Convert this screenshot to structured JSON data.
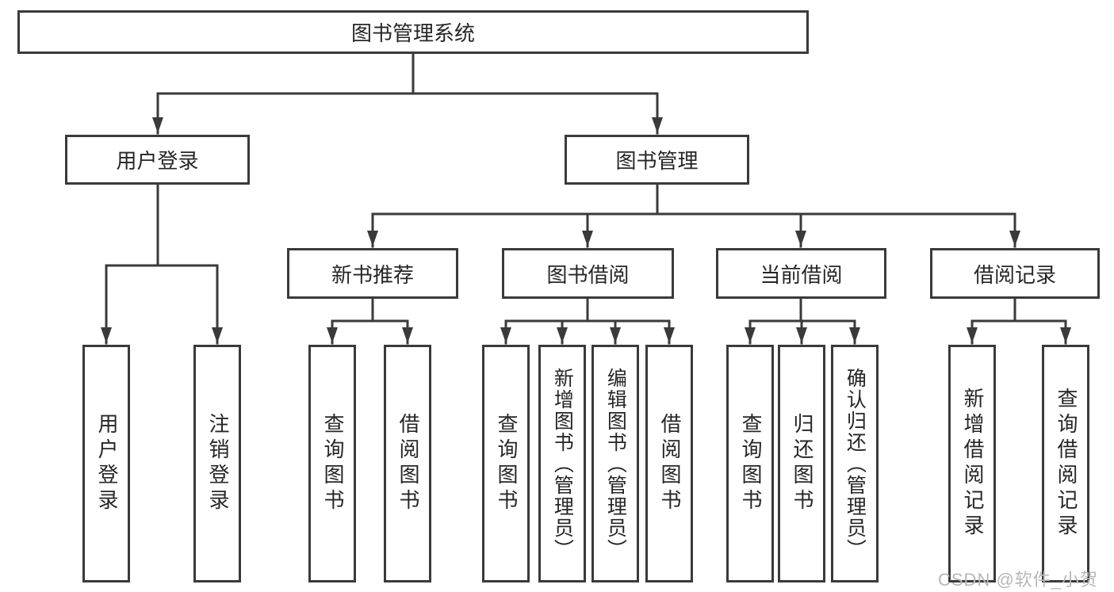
{
  "nodes": {
    "root": "图书管理系统",
    "level2": [
      "用户登录",
      "图书管理"
    ],
    "level3": [
      "新书推荐",
      "图书借阅",
      "当前借阅",
      "借阅记录"
    ],
    "level4": {
      "user_login": [
        "用户登录",
        "注销登录"
      ],
      "new_book_recommend": [
        "查询图书",
        "借阅图书"
      ],
      "book_borrowing": [
        "查询图书",
        "新增图书（管理员）",
        "编辑图书（管理员）",
        "借阅图书"
      ],
      "current_borrowing": [
        "查询图书",
        "归还图书",
        "确认归还（管理员）"
      ],
      "borrowing_records": [
        "新增借阅记录",
        "查询借阅记录"
      ]
    }
  },
  "watermark": "CSDN @软件_小贺同学",
  "colors": {
    "line": "#3a3a3a",
    "text": "#262626",
    "background": "#ffffff",
    "watermark": "#b4b8bd"
  }
}
